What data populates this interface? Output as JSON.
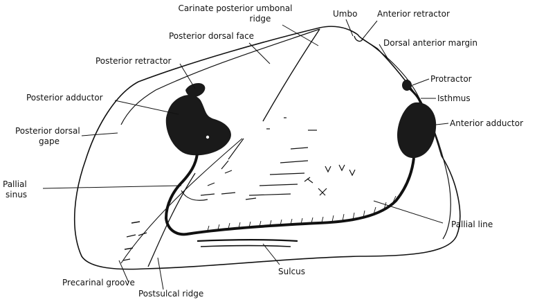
{
  "colors": {
    "background": "#ffffff",
    "ink": "#111111",
    "muscle_fill": "#1a1a1a"
  },
  "labels": {
    "carinate_line1": "Carinate posterior umbonal",
    "carinate_line2": "ridge",
    "umbo": "Umbo",
    "anterior_retractor": "Anterior retractor",
    "posterior_dorsal_face": "Posterior dorsal face",
    "dorsal_anterior_margin": "Dorsal anterior margin",
    "posterior_retractor": "Posterior retractor",
    "protractor": "Protractor",
    "isthmus": "Isthmus",
    "posterior_adductor": "Posterior adductor",
    "anterior_adductor": "Anterior adductor",
    "posterior_dorsal_gape_line1": "Posterior dorsal",
    "posterior_dorsal_gape_line2": "gape",
    "pallial_sinus_line1": "Pallial",
    "pallial_sinus_line2": "sinus",
    "pallial_line": "Pallial line",
    "sulcus": "Sulcus",
    "precarinal_groove": "Precarinal groove",
    "postsulcal_ridge": "Postsulcal ridge"
  }
}
